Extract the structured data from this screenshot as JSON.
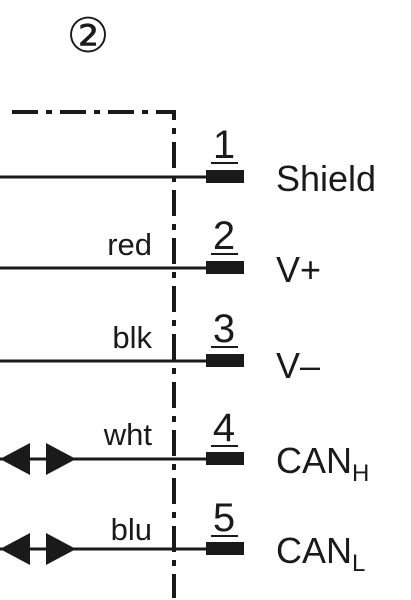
{
  "marker": "②",
  "pins": [
    {
      "number": "1",
      "wire_color": "",
      "label": "Shield",
      "label_sub": "",
      "bidirectional": false
    },
    {
      "number": "2",
      "wire_color": "red",
      "label": "V+",
      "label_sub": "",
      "bidirectional": false
    },
    {
      "number": "3",
      "wire_color": "blk",
      "label": "V–",
      "label_sub": "",
      "bidirectional": false
    },
    {
      "number": "4",
      "wire_color": "wht",
      "label": "CAN",
      "label_sub": "H",
      "bidirectional": true
    },
    {
      "number": "5",
      "wire_color": "blu",
      "label": "CAN",
      "label_sub": "L",
      "bidirectional": true
    }
  ],
  "colors": {
    "line": "#1a1a1a",
    "background": "#ffffff"
  }
}
